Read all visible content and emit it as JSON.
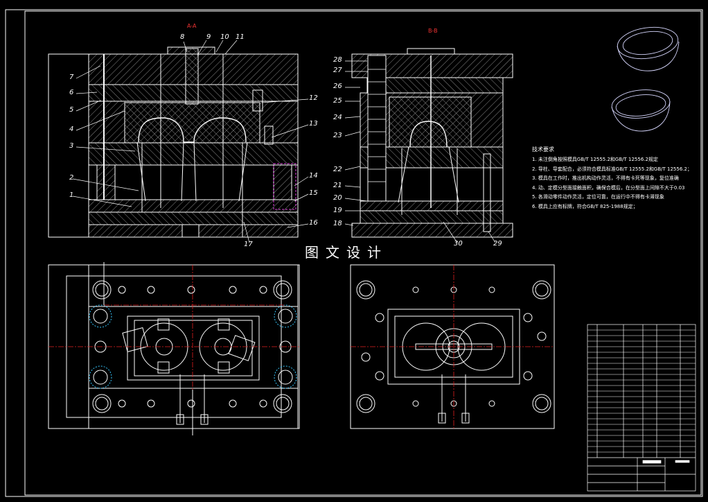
{
  "title_watermark": "图文设计",
  "sections": {
    "aa": "A-A",
    "bb": "B-B"
  },
  "part_numbers_left": [
    "1",
    "2",
    "3",
    "4",
    "5",
    "6",
    "7",
    "8",
    "9",
    "10",
    "11",
    "12",
    "13",
    "14",
    "15",
    "16",
    "17"
  ],
  "part_numbers_right": [
    "18",
    "19",
    "20",
    "21",
    "22",
    "23",
    "24",
    "25",
    "26",
    "27",
    "28",
    "29",
    "30"
  ],
  "notes": {
    "title": "技术要求",
    "items": [
      "1. 未注倒角按照模具GB/T 12555.2和GB/T 12556.2规定",
      "2. 导柱、导套配合，必须符合模具标准GB/T 12555.2和GB/T 12556.2；",
      "3. 模具在工作时，推出机构动作灵活，不得有卡死等现象，复位准确",
      "4. 动、定模分型面接触面积，确保合模后，在分型面上间隙不大于0.03",
      "5. 各滑动零件动作灵活，定位可靠，在运行中不得有卡滞现象",
      "6. 模具上应有标牌，符合GB/T 825-1988规定；"
    ]
  },
  "colors": {
    "background": "#000000",
    "outline": "#ffffff",
    "hatch": "#9a9a9a",
    "centerline": "#e02020",
    "hidden": "#e040e0",
    "accent": "#38c8ff"
  }
}
